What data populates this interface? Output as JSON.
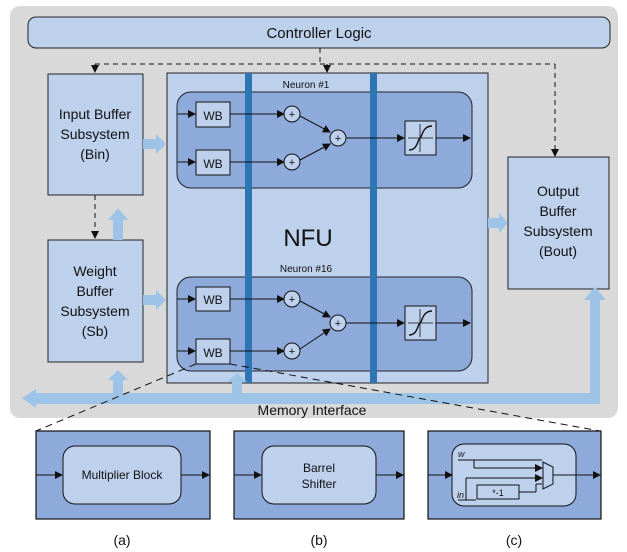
{
  "controller": {
    "label": "Controller Logic"
  },
  "input_buffer": {
    "lines": [
      "Input Buffer",
      "Subsystem",
      "(Bin)"
    ]
  },
  "weight_buffer": {
    "lines": [
      "Weight",
      "Buffer",
      "Subsystem",
      "(Sb)"
    ]
  },
  "output_buffer": {
    "lines": [
      "Output",
      "Buffer",
      "Subsystem",
      "(Bout)"
    ]
  },
  "nfu": {
    "label": "NFU",
    "neuron_top": {
      "title": "Neuron #1",
      "wb_labels": [
        "WB",
        "WB"
      ]
    },
    "neuron_bottom": {
      "title": "Neuron #16",
      "wb_labels": [
        "WB",
        "WB"
      ]
    },
    "adder_symbol": "+"
  },
  "memory_interface": {
    "label": "Memory Interface"
  },
  "details": {
    "a": {
      "block": "Multiplier Block",
      "caption": "(a)"
    },
    "b": {
      "block_lines": [
        "Barrel",
        "Shifter"
      ],
      "caption": "(b)"
    },
    "c": {
      "w_label": "w",
      "in_label": "in",
      "neg_label": "*-1",
      "caption": "(c)"
    }
  },
  "colors": {
    "background_panel": "#d9d9d9",
    "box_fill": "#bdd0ec",
    "neuron_fill": "#8eaadb",
    "accent_bar": "#2e75b6",
    "arrow_fill": "#9dc3e6"
  }
}
